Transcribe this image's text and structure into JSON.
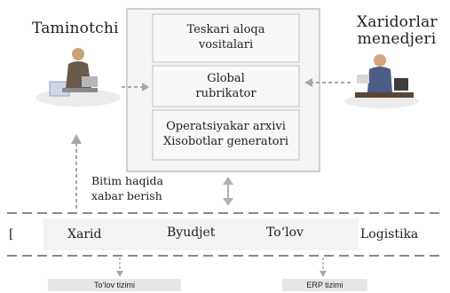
{
  "diagram": {
    "supplier": {
      "title": "Taminotchi",
      "icon": "person-at-computer-icon"
    },
    "manager": {
      "title_line1": "Xaridorlar",
      "title_line2": "menedjeri",
      "icon": "person-at-desk-icon"
    },
    "central_system": {
      "block1_line1": "Teskari aloqa",
      "block1_line2": "vositalari",
      "block2_line1": "Global",
      "block2_line2": "rubrikator",
      "block3_line1": "Operatsiyakar arxivi",
      "block3_line2": "Xisobotlar generatori"
    },
    "notice": {
      "line1": "Bitim haqida",
      "line2": "xabar berish"
    },
    "bottom_bar": {
      "left_marker": "[",
      "items": [
        "Xarid",
        "Byudjet",
        "To‘lov",
        "Logistika"
      ]
    },
    "external_systems": {
      "payment": "To‘lov tizimi",
      "erp": "ERP tizimi"
    },
    "colors": {
      "box_border": "#c9c9c9",
      "box_fill": "#f2f2f2",
      "arrow": "#9a9a9a",
      "dash": "#8a8a8a"
    }
  }
}
